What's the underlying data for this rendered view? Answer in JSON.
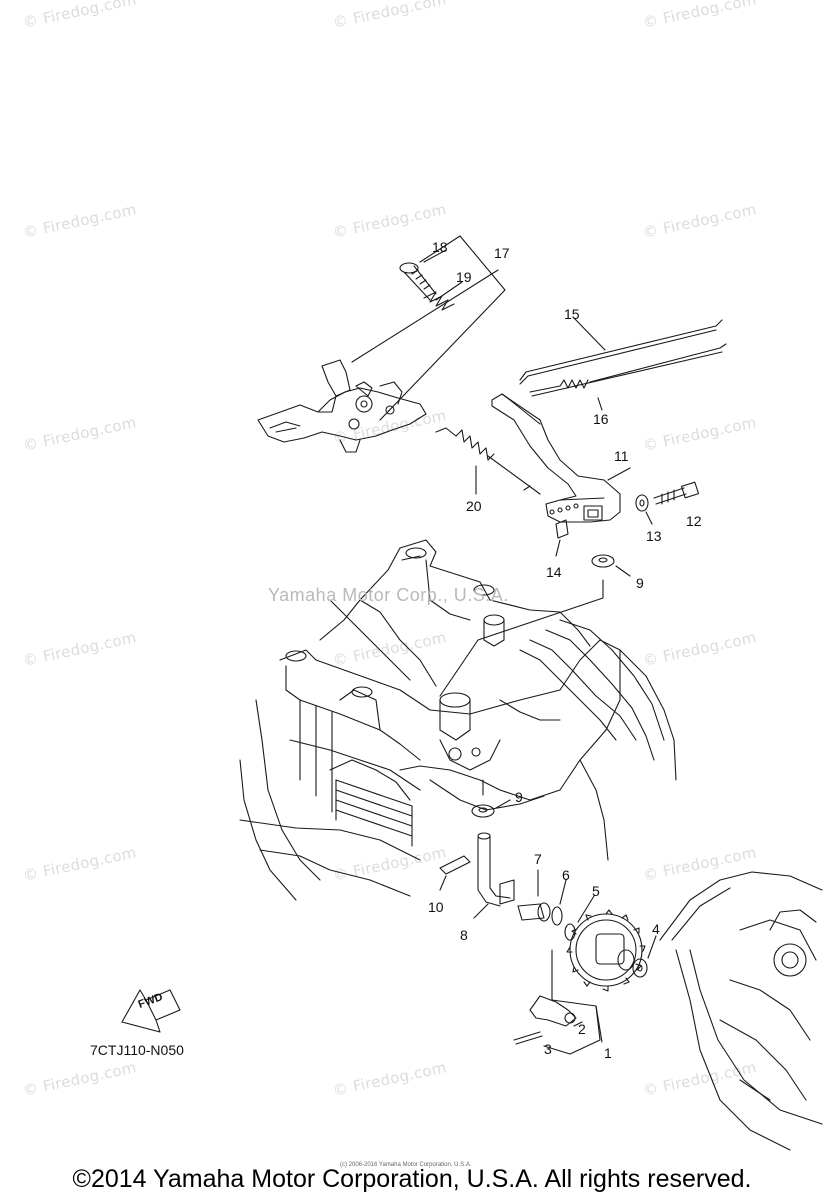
{
  "watermark_text": "© Firedog.com",
  "center_watermark": "Yamaha Motor Corp., U.S.A.",
  "fwd_label": "FWD",
  "diagram_code": "7CTJ110-N050",
  "tiny_copyright": "(c) 2006-2016 Yamaha Motor Corporation, U.S.A.",
  "copyright": "©2014 Yamaha Motor Corporation, U.S.A. All rights reserved.",
  "callouts": [
    "1",
    "2",
    "3",
    "4",
    "5",
    "6",
    "7",
    "8",
    "9",
    "9",
    "10",
    "11",
    "12",
    "13",
    "14",
    "15",
    "16",
    "17",
    "18",
    "19",
    "20"
  ],
  "colors": {
    "line": "#1a1a1a",
    "watermark": "#dcdcdc"
  }
}
